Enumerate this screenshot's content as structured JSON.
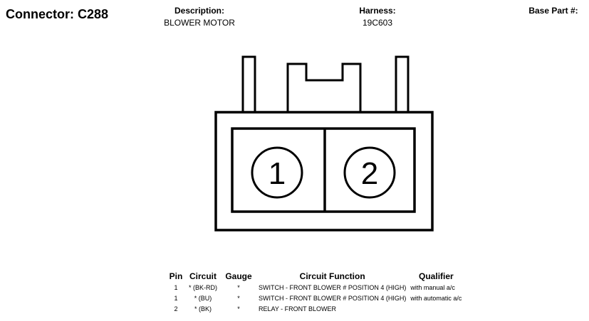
{
  "header": {
    "connector_title": "Connector: C288",
    "description_label": "Description:",
    "description_value": "BLOWER MOTOR",
    "harness_label": "Harness:",
    "harness_value": "19C603",
    "base_part_label": "Base Part #:",
    "base_part_value": ""
  },
  "connector": {
    "pins": [
      {
        "label": "1"
      },
      {
        "label": "2"
      }
    ]
  },
  "table": {
    "columns": [
      "Pin",
      "Circuit",
      "Gauge",
      "Circuit Function",
      "Qualifier"
    ],
    "rows": [
      {
        "pin": "1",
        "circuit": "* (BK-RD)",
        "gauge": "*",
        "function": "SWITCH - FRONT BLOWER # POSITION 4 (HIGH)",
        "qualifier": "with manual a/c"
      },
      {
        "pin": "1",
        "circuit": "* (BU)",
        "gauge": "*",
        "function": "SWITCH - FRONT BLOWER # POSITION 4 (HIGH)",
        "qualifier": "with automatic a/c"
      },
      {
        "pin": "2",
        "circuit": "* (BK)",
        "gauge": "*",
        "function": "RELAY - FRONT BLOWER",
        "qualifier": ""
      }
    ]
  }
}
